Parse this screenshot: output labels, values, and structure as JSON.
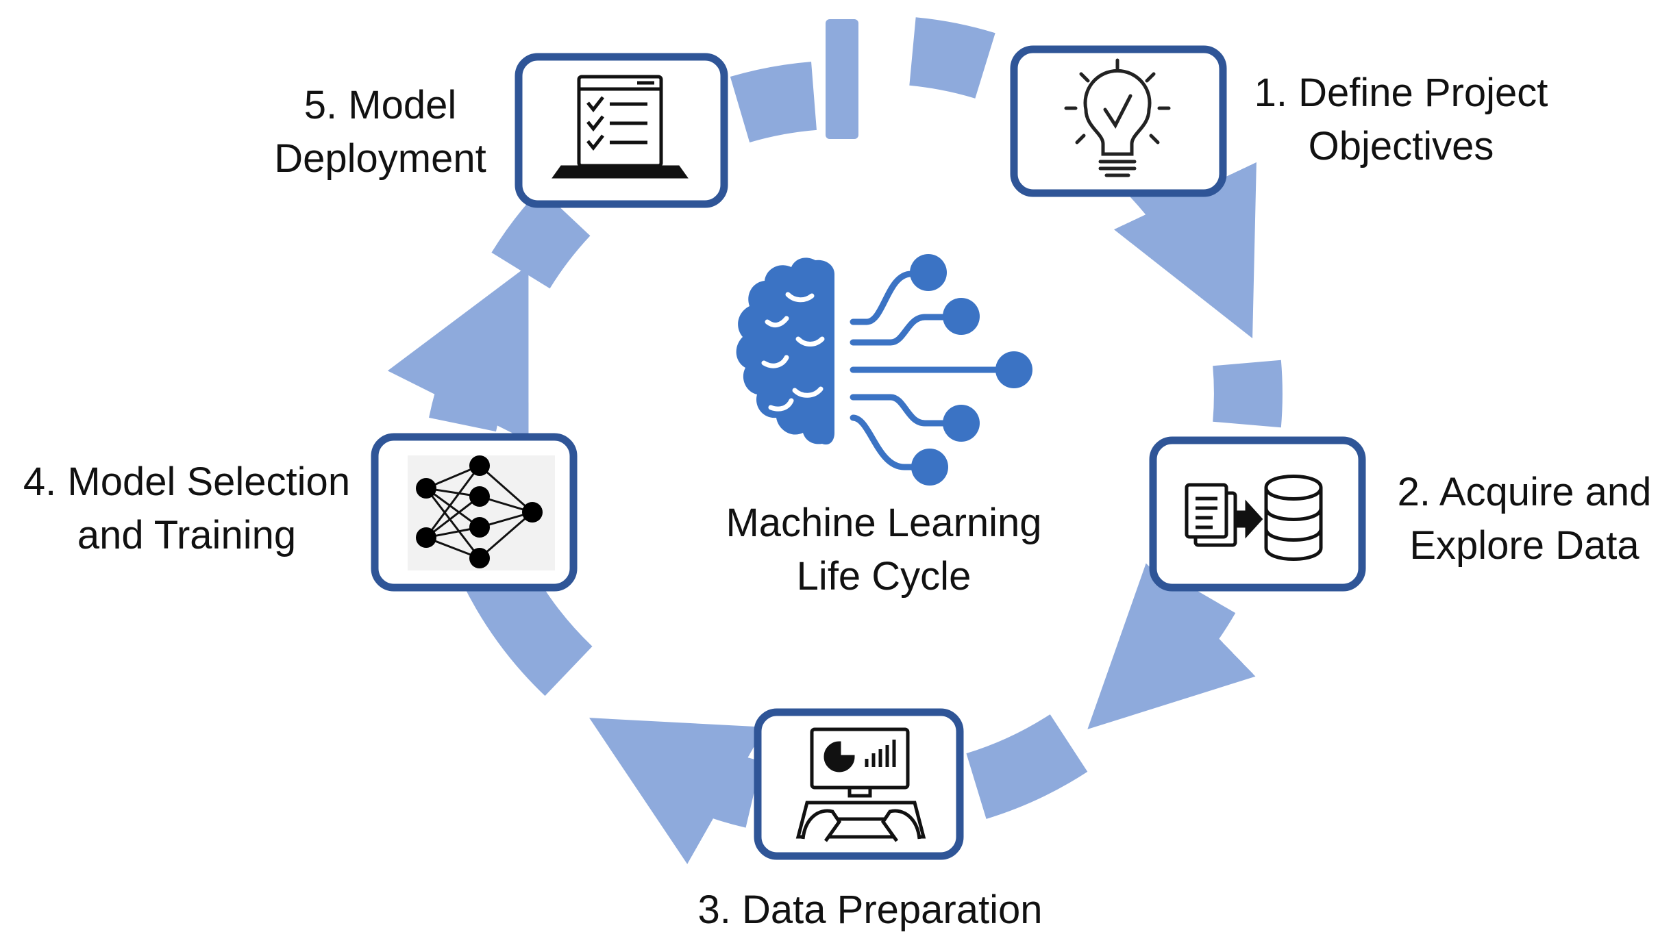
{
  "diagram": {
    "center": {
      "line1": "Machine Learning",
      "line2": "Life Cycle",
      "icon": "brain-circuit-icon"
    },
    "ring_color": "#8eaadc",
    "box_border_color": "#2f5597",
    "icon_color": "#3b73c4",
    "steps": [
      {
        "line1": "1. Define Project",
        "line2": "Objectives",
        "icon": "lightbulb-check-icon"
      },
      {
        "line1": "2. Acquire and",
        "line2": "Explore Data",
        "icon": "documents-to-database-icon"
      },
      {
        "line1": "3. Data Preparation",
        "line2": "",
        "icon": "computer-workstation-icon"
      },
      {
        "line1": "4. Model Selection",
        "line2": "and Training",
        "icon": "neural-network-icon"
      },
      {
        "line1": "5. Model",
        "line2": "Deployment",
        "icon": "laptop-checklist-icon"
      }
    ]
  }
}
